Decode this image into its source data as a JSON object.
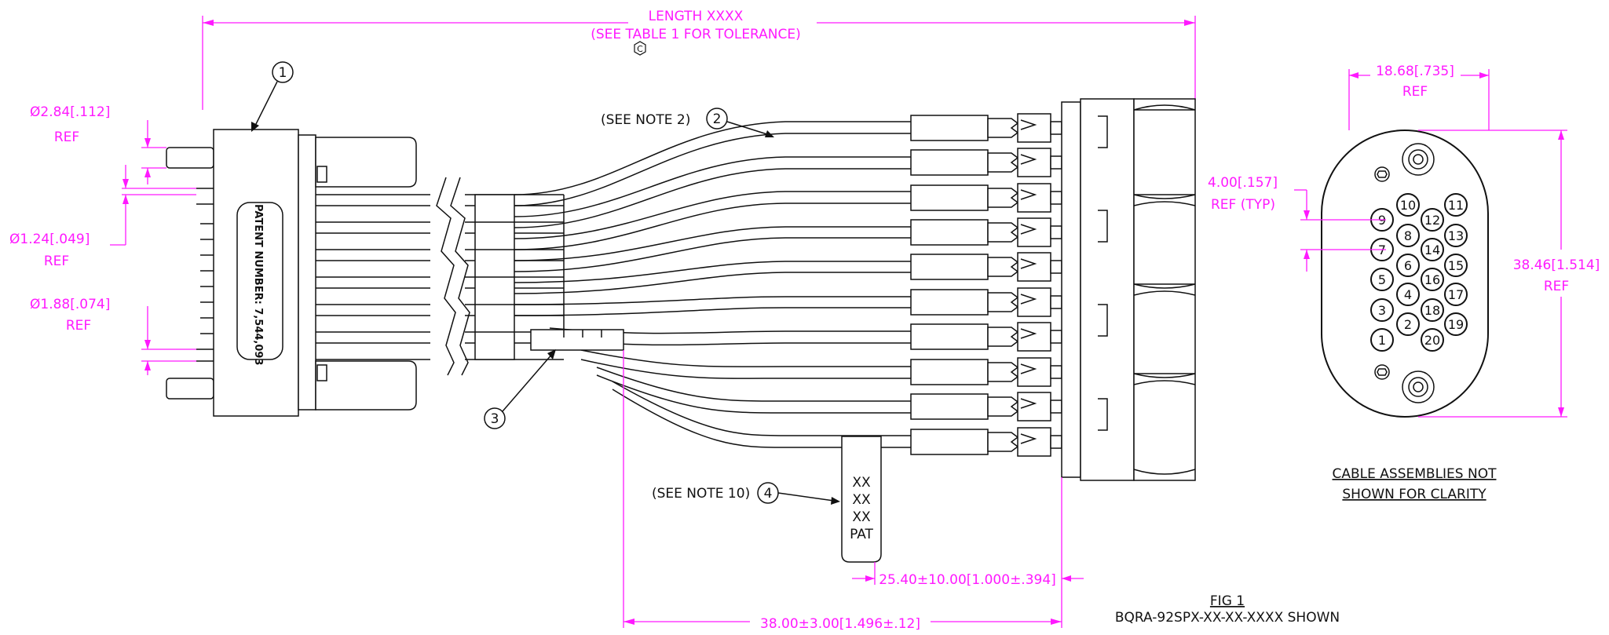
{
  "dimensions": {
    "length_title": "LENGTH XXXX",
    "length_note": "(SEE TABLE 1 FOR TOLERANCE)",
    "datum_c": "C",
    "d_pin_large": "Ø2.84[.112]",
    "d_pin_large_ref": "REF",
    "d_socket": "Ø1.24[.049]",
    "d_socket_ref": "REF",
    "d_pin_mid": "Ø1.88[.074]",
    "d_pin_mid_ref": "REF",
    "width_top": "18.68[.735]",
    "width_top_ref": "REF",
    "pitch": "4.00[.157]",
    "pitch_ref": "REF (TYP)",
    "height": "38.46[1.514]",
    "height_ref": "REF",
    "tag_offset": "25.40±10.00[1.000±.394]",
    "label_offset": "38.00±3.00[1.496±.12]"
  },
  "callouts": {
    "item1": "1",
    "item2": "2",
    "item3": "3",
    "item4": "4",
    "note2": "(SEE NOTE 2)",
    "note10": "(SEE NOTE 10)"
  },
  "connector": {
    "patent": "PATENT NUMBER: 7,544,093"
  },
  "tag": {
    "line1": "XX",
    "line2": "XX",
    "line3": "XX",
    "line4": "PAT"
  },
  "contacts": [
    "1",
    "2",
    "3",
    "4",
    "5",
    "6",
    "7",
    "8",
    "9",
    "10",
    "11",
    "12",
    "13",
    "14",
    "15",
    "16",
    "17",
    "18",
    "19",
    "20"
  ],
  "captions": {
    "clarity_line1": "CABLE  ASSEMBLIES NOT",
    "clarity_line2": "SHOWN FOR CLARITY",
    "fig": "FIG 1",
    "shown": "BQRA-92SPX-XX-XX-XXXX SHOWN"
  },
  "colors": {
    "dimension": "#ff19ff",
    "line": "#111111"
  }
}
